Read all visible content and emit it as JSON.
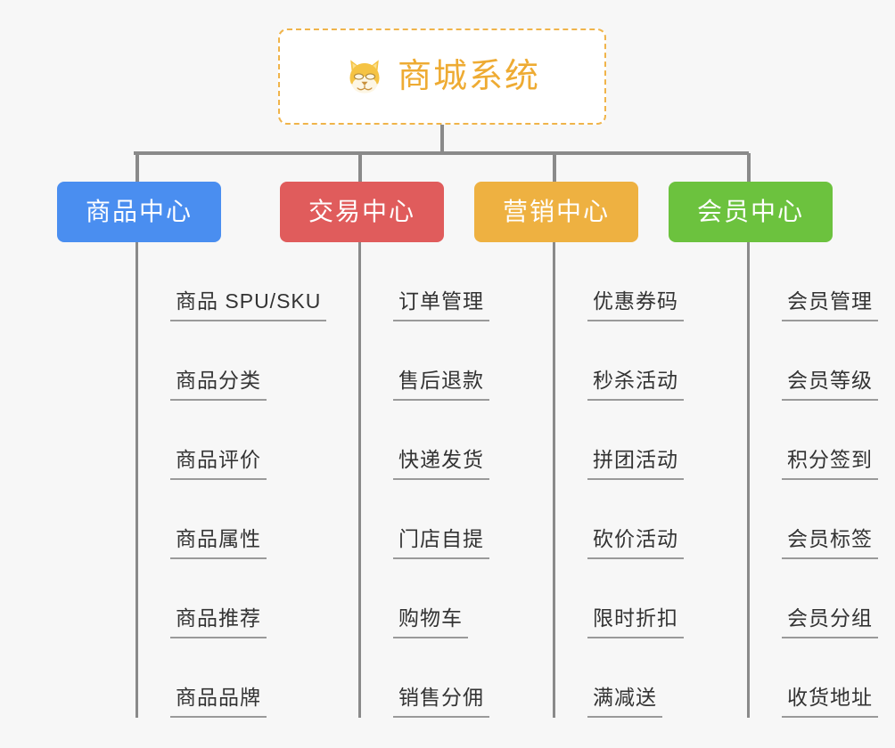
{
  "root": {
    "title": "商城系统",
    "icon": "shiba-dog-icon",
    "border_color": "#f0b44a",
    "text_color": "#eeab33"
  },
  "page": {
    "background": "#f7f7f7",
    "connector_color": "#8a8a8a",
    "leaf_text_color": "#333333",
    "leaf_underline_color": "#9a9a9a"
  },
  "branches": [
    {
      "label": "商品中心",
      "color": "#4a8ef0",
      "items": [
        "商品 SPU/SKU",
        "商品分类",
        "商品评价",
        "商品属性",
        "商品推荐",
        "商品品牌"
      ]
    },
    {
      "label": "交易中心",
      "color": "#e05c5c",
      "items": [
        "订单管理",
        "售后退款",
        "快递发货",
        "门店自提",
        "购物车",
        "销售分佣"
      ]
    },
    {
      "label": "营销中心",
      "color": "#eeb141",
      "items": [
        "优惠券码",
        "秒杀活动",
        "拼团活动",
        "砍价活动",
        "限时折扣",
        "满减送"
      ]
    },
    {
      "label": "会员中心",
      "color": "#6cc23e",
      "items": [
        "会员管理",
        "会员等级",
        "积分签到",
        "会员标签",
        "会员分组",
        "收货地址"
      ]
    }
  ]
}
